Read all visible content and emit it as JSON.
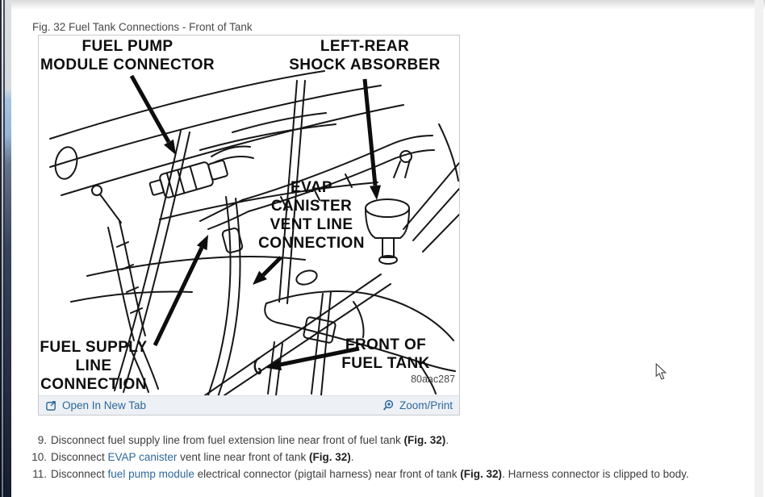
{
  "caption": "Fig. 32 Fuel Tank Connections - Front of Tank",
  "figure": {
    "labels": {
      "fuel_pump": [
        "FUEL PUMP",
        "MODULE CONNECTOR"
      ],
      "left_rear": [
        "LEFT-REAR",
        "SHOCK ABSORBER"
      ],
      "evap": [
        "EVAP",
        "CANISTER",
        "VENT LINE",
        "CONNECTION"
      ],
      "fuel_supply": [
        "FUEL SUPPLY",
        "LINE",
        "CONNECTION"
      ],
      "front_of_tank": [
        "FRONT OF",
        "FUEL TANK"
      ],
      "ref_code": "80aac287"
    },
    "toolbar": {
      "open_in_new_tab": "Open In New Tab",
      "zoom_print": "Zoom/Print"
    }
  },
  "steps": [
    {
      "num": "9.",
      "t1": "Disconnect fuel supply line from fuel extension line near front of fuel tank ",
      "fig": "(Fig. 32)",
      "t2": "."
    },
    {
      "num": "10.",
      "t1": "Disconnect ",
      "link": "EVAP canister",
      "t2": " vent line near front of tank ",
      "fig": "(Fig. 32)",
      "t3": "."
    },
    {
      "num": "11.",
      "t1": "Disconnect ",
      "link": "fuel pump module",
      "t2": " electrical connector (pigtail harness) near front of tank ",
      "fig": "(Fig. 32)",
      "t3": ". Harness connector is clipped to body."
    }
  ],
  "colors": {
    "link_blue": "#2d689c",
    "step_text": "#3d3d3d",
    "caption_text": "#494949",
    "figure_border": "#c8cacc",
    "toolbar_bg": "#edf1f6",
    "diagram_ink": "#161616",
    "topbar_gray": "#d9d9d9",
    "scrollbar_track": "#f1f1f1"
  }
}
